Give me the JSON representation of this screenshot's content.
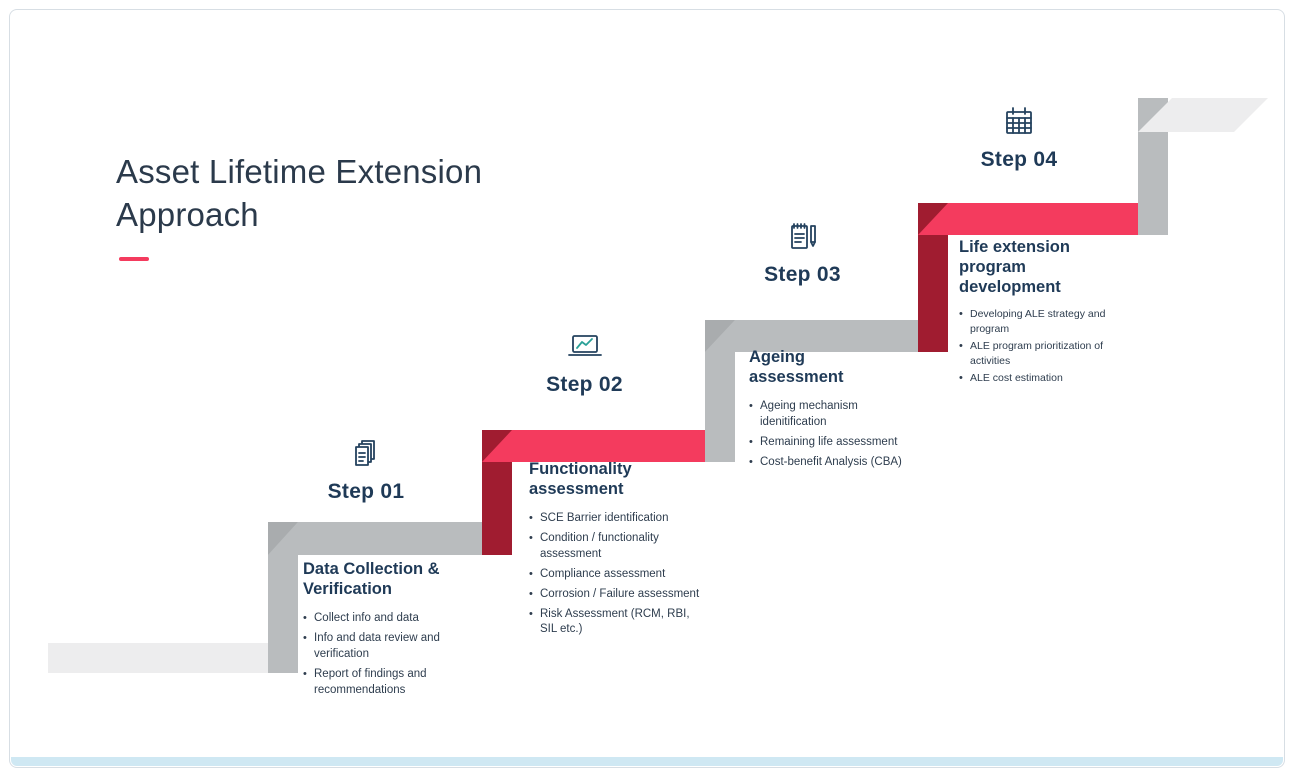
{
  "title": "Asset Lifetime Extension Approach",
  "colors": {
    "accent_pink": "#f43b5e",
    "dark_red": "#a01c30",
    "gray": "#b9bcbe",
    "gray_dark": "#a9acae",
    "light_gray": "#ededee",
    "navy": "#1f3a57",
    "text": "#2e3d4e",
    "footer_blue": "#cfe8f3",
    "border": "#d7dee4"
  },
  "steps": [
    {
      "label": "Step 01",
      "icon": "documents-icon",
      "heading": "Data Collection & Verification",
      "bullets": [
        "Collect info and data",
        "Info and data review and verification",
        "Report of findings and recommendations"
      ]
    },
    {
      "label": "Step 02",
      "icon": "laptop-chart-icon",
      "heading": "Functionality assessment",
      "bullets": [
        "SCE Barrier identification",
        "Condition / functionality assessment",
        "Compliance assessment",
        "Corrosion / Failure assessment",
        "Risk Assessment (RCM, RBI, SIL etc.)"
      ]
    },
    {
      "label": "Step 03",
      "icon": "notepad-pencil-icon",
      "heading": "Ageing assessment",
      "bullets": [
        "Ageing mechanism idenitification",
        "Remaining life assessment",
        "Cost-benefit Analysis (CBA)"
      ]
    },
    {
      "label": "Step 04",
      "icon": "calendar-icon",
      "heading": "Life extension program development",
      "bullets": [
        "Developing ALE strategy and program",
        "ALE program prioritization of activities",
        "ALE cost estimation"
      ]
    }
  ]
}
